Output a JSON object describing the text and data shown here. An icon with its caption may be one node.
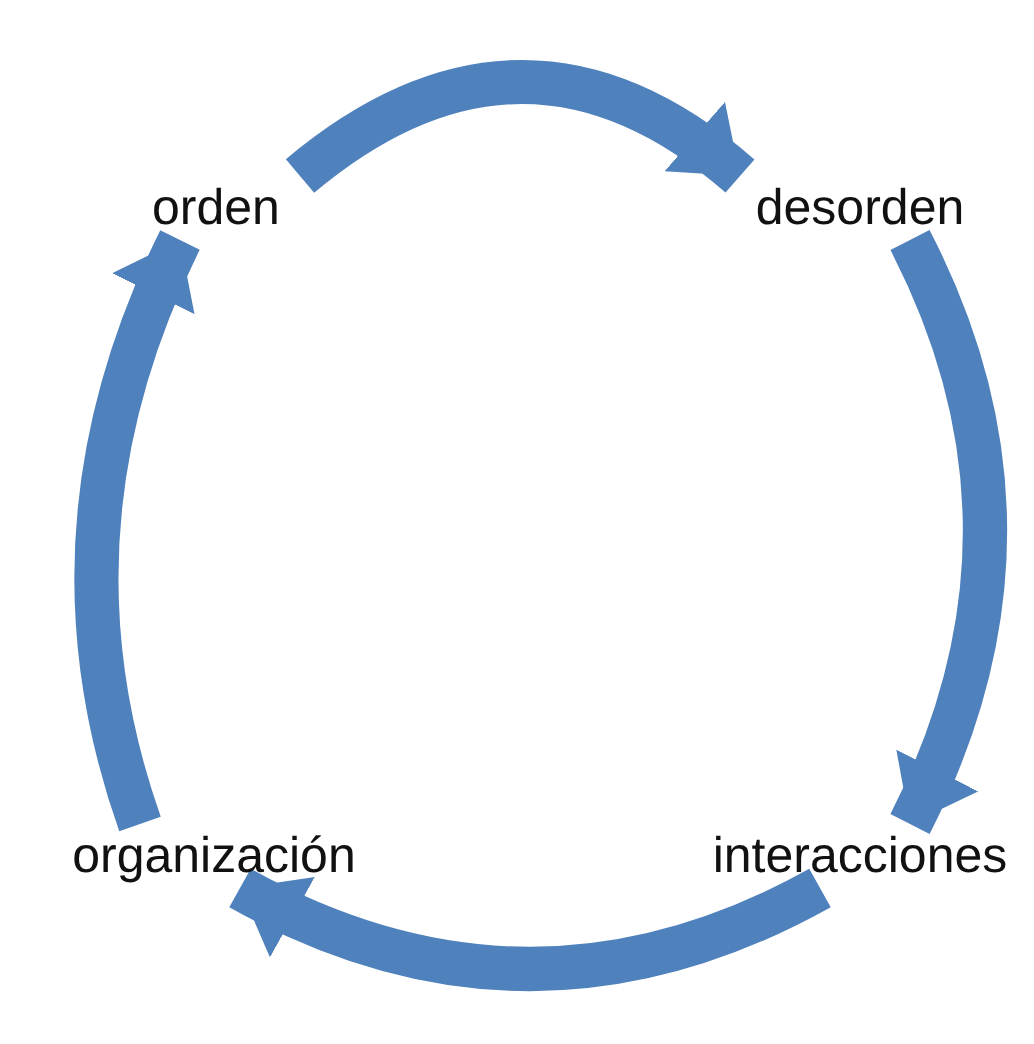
{
  "diagram": {
    "nodes": [
      {
        "text": [
          "orden"
        ]
      },
      {
        "text": [
          "desorden"
        ]
      },
      {
        "text": [
          "interacciones"
        ]
      },
      {
        "text": [
          "organización"
        ]
      }
    ],
    "edges": [
      {
        "from": 0,
        "to": 1,
        "arrow": "to"
      },
      {
        "from": 1,
        "to": 2,
        "arrow": "to"
      },
      {
        "from": 2,
        "to": 3,
        "arrow": "to"
      },
      {
        "from": 3,
        "to": 0,
        "arrow": "to"
      }
    ]
  }
}
